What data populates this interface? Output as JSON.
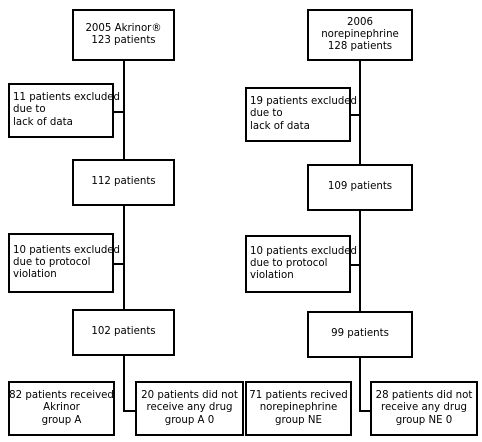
{
  "left_column": {
    "start": {
      "line1": "2005 Akrinor®",
      "line2": "123 patients"
    },
    "exclusion1": {
      "line1": "11 patients excluded",
      "line2": "due to",
      "line3": "lack of data"
    },
    "mid": {
      "line1": "112 patients"
    },
    "exclusion2": {
      "line1": "10 patients excluded",
      "line2": "due to protocol",
      "line3": "violation"
    },
    "final": {
      "line1": "102 patients"
    },
    "group_received": {
      "line1": "82 patients received",
      "line2": "Akrinor",
      "line3": "group A"
    },
    "group_no_drug": {
      "line1": "20 patients did not",
      "line2": "receive any drug",
      "line3": "group A 0"
    }
  },
  "right_column": {
    "start": {
      "line1": "2006",
      "line2": "norepinephrine",
      "line3": "128 patients"
    },
    "exclusion1": {
      "line1": "19 patients excluded",
      "line2": "due to",
      "line3": "lack of data"
    },
    "mid": {
      "line1": "109 patients"
    },
    "exclusion2": {
      "line1": "10 patients excluded",
      "line2": "due to protocol",
      "line3": "violation"
    },
    "final": {
      "line1": "99 patients"
    },
    "group_received": {
      "line1": "71 patients recived",
      "line2": "norepinephrine",
      "line3": "group NE"
    },
    "group_no_drug": {
      "line1": "28 patients did not",
      "line2": "receive any drug",
      "line3": "group NE 0"
    }
  }
}
